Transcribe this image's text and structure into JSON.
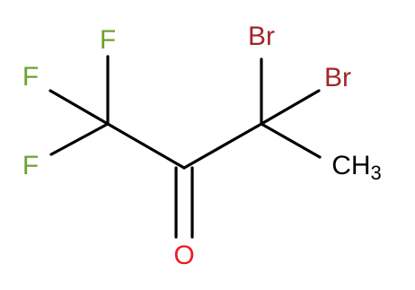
{
  "molecule": {
    "atoms": {
      "f_top": {
        "symbol": "F"
      },
      "f_mid": {
        "symbol": "F"
      },
      "f_low": {
        "symbol": "F"
      },
      "o": {
        "symbol": "O"
      },
      "br_left": {
        "symbol": "Br"
      },
      "br_right": {
        "symbol": "Br"
      },
      "methyl": {
        "symbol": "CH",
        "subscript": "3"
      }
    },
    "colors": {
      "bond": "#000000",
      "fluorine": "#6ea230",
      "bromine": "#a1262b",
      "oxygen": "#ee1b24",
      "carbon": "#000000"
    }
  }
}
